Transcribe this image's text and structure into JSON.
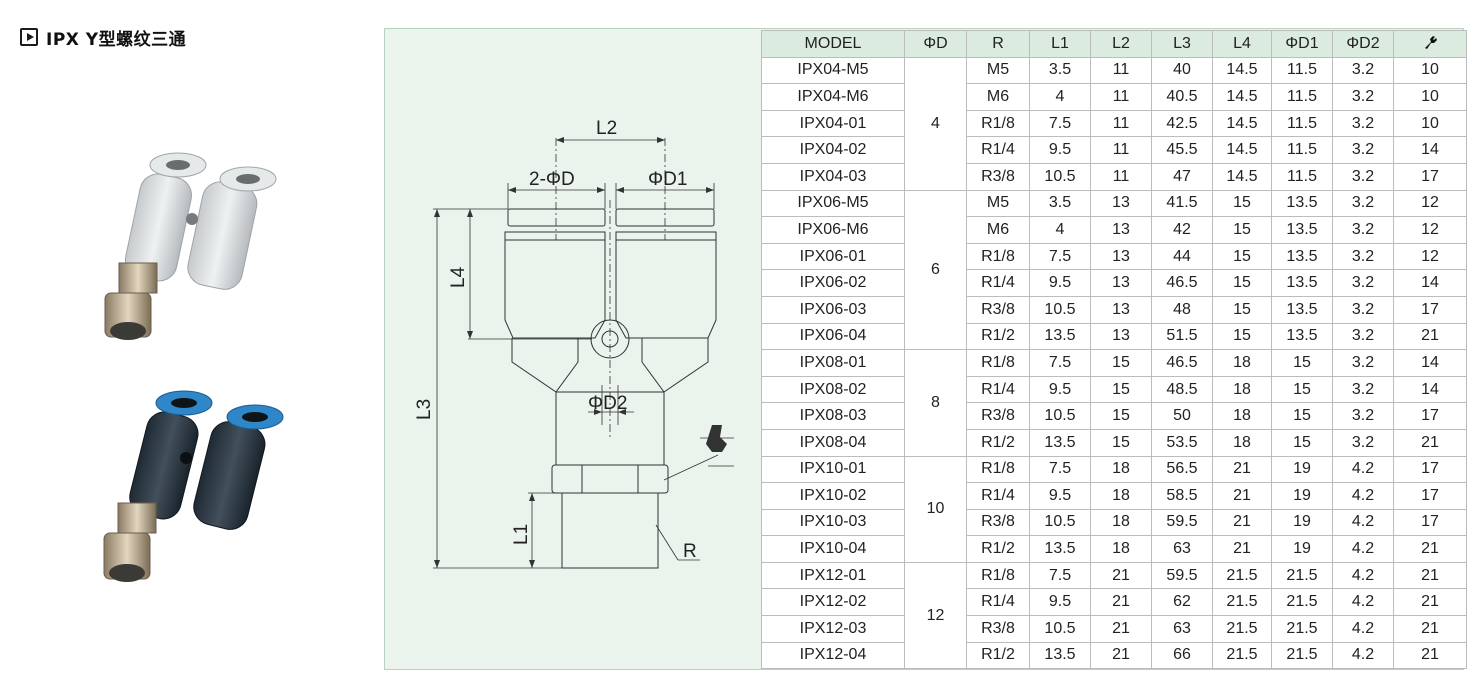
{
  "title": "IPX Y型螺纹三通",
  "drawing_labels": {
    "l2": "L2",
    "two_phi_d": "2-ΦD",
    "phi_d1": "ΦD1",
    "l4": "L4",
    "l3": "L3",
    "phi_d2": "ΦD2",
    "l1": "L1",
    "r": "R"
  },
  "table": {
    "headers": [
      "MODEL",
      "ΦD",
      "R",
      "L1",
      "L2",
      "L3",
      "L4",
      "ΦD1",
      "ΦD2"
    ],
    "groups": [
      {
        "d": "4",
        "rows": [
          [
            "IPX04-M5",
            "M5",
            "3.5",
            "11",
            "40",
            "14.5",
            "11.5",
            "3.2",
            "10"
          ],
          [
            "IPX04-M6",
            "M6",
            "4",
            "11",
            "40.5",
            "14.5",
            "11.5",
            "3.2",
            "10"
          ],
          [
            "IPX04-01",
            "R1/8",
            "7.5",
            "11",
            "42.5",
            "14.5",
            "11.5",
            "3.2",
            "10"
          ],
          [
            "IPX04-02",
            "R1/4",
            "9.5",
            "11",
            "45.5",
            "14.5",
            "11.5",
            "3.2",
            "14"
          ],
          [
            "IPX04-03",
            "R3/8",
            "10.5",
            "11",
            "47",
            "14.5",
            "11.5",
            "3.2",
            "17"
          ]
        ]
      },
      {
        "d": "6",
        "rows": [
          [
            "IPX06-M5",
            "M5",
            "3.5",
            "13",
            "41.5",
            "15",
            "13.5",
            "3.2",
            "12"
          ],
          [
            "IPX06-M6",
            "M6",
            "4",
            "13",
            "42",
            "15",
            "13.5",
            "3.2",
            "12"
          ],
          [
            "IPX06-01",
            "R1/8",
            "7.5",
            "13",
            "44",
            "15",
            "13.5",
            "3.2",
            "12"
          ],
          [
            "IPX06-02",
            "R1/4",
            "9.5",
            "13",
            "46.5",
            "15",
            "13.5",
            "3.2",
            "14"
          ],
          [
            "IPX06-03",
            "R3/8",
            "10.5",
            "13",
            "48",
            "15",
            "13.5",
            "3.2",
            "17"
          ],
          [
            "IPX06-04",
            "R1/2",
            "13.5",
            "13",
            "51.5",
            "15",
            "13.5",
            "3.2",
            "21"
          ]
        ]
      },
      {
        "d": "8",
        "rows": [
          [
            "IPX08-01",
            "R1/8",
            "7.5",
            "15",
            "46.5",
            "18",
            "15",
            "3.2",
            "14"
          ],
          [
            "IPX08-02",
            "R1/4",
            "9.5",
            "15",
            "48.5",
            "18",
            "15",
            "3.2",
            "14"
          ],
          [
            "IPX08-03",
            "R3/8",
            "10.5",
            "15",
            "50",
            "18",
            "15",
            "3.2",
            "17"
          ],
          [
            "IPX08-04",
            "R1/2",
            "13.5",
            "15",
            "53.5",
            "18",
            "15",
            "3.2",
            "21"
          ]
        ]
      },
      {
        "d": "10",
        "rows": [
          [
            "IPX10-01",
            "R1/8",
            "7.5",
            "18",
            "56.5",
            "21",
            "19",
            "4.2",
            "17"
          ],
          [
            "IPX10-02",
            "R1/4",
            "9.5",
            "18",
            "58.5",
            "21",
            "19",
            "4.2",
            "17"
          ],
          [
            "IPX10-03",
            "R3/8",
            "10.5",
            "18",
            "59.5",
            "21",
            "19",
            "4.2",
            "17"
          ],
          [
            "IPX10-04",
            "R1/2",
            "13.5",
            "18",
            "63",
            "21",
            "19",
            "4.2",
            "21"
          ]
        ]
      },
      {
        "d": "12",
        "rows": [
          [
            "IPX12-01",
            "R1/8",
            "7.5",
            "21",
            "59.5",
            "21.5",
            "21.5",
            "4.2",
            "21"
          ],
          [
            "IPX12-02",
            "R1/4",
            "9.5",
            "21",
            "62",
            "21.5",
            "21.5",
            "4.2",
            "21"
          ],
          [
            "IPX12-03",
            "R3/8",
            "10.5",
            "21",
            "63",
            "21.5",
            "21.5",
            "4.2",
            "21"
          ],
          [
            "IPX12-04",
            "R1/2",
            "13.5",
            "21",
            "66",
            "21.5",
            "21.5",
            "4.2",
            "21"
          ]
        ]
      }
    ]
  },
  "icons": {
    "header_last": "wrench-icon",
    "title": "play-icon"
  },
  "colors": {
    "panel_bg": "#eaf3ec",
    "header_bg": "#dcebe0",
    "border": "#bcbcbc",
    "fitting_blue": "#2f86c8"
  }
}
